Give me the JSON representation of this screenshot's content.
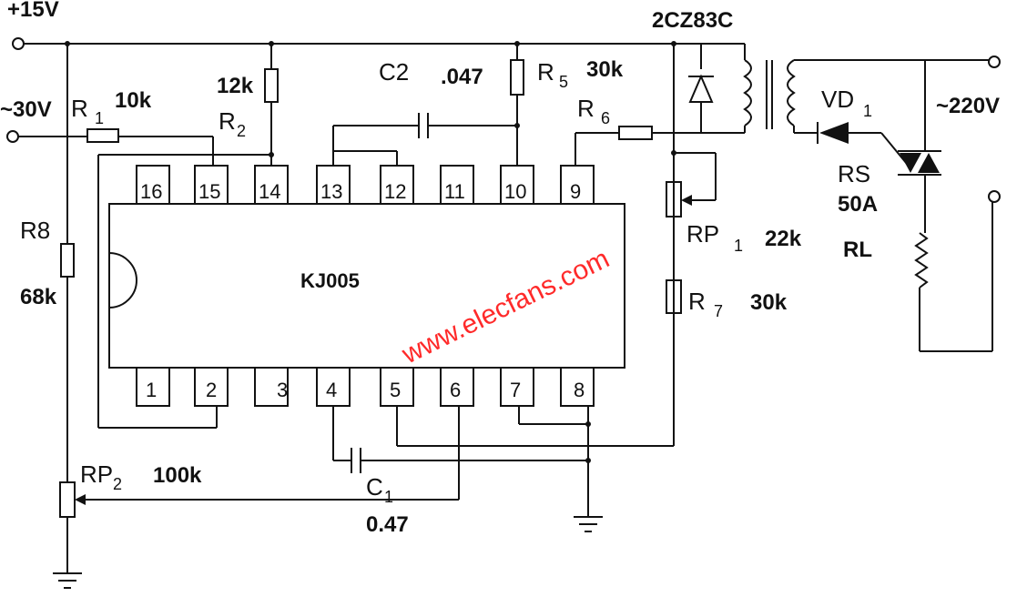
{
  "supply": {
    "plus15": "+15V",
    "ac30": "~30V",
    "ac220": "~220V"
  },
  "chip": {
    "name": "KJ005",
    "top_pins": [
      "16",
      "15",
      "14",
      "13",
      "12",
      "11",
      "10",
      "9"
    ],
    "bottom_pins": [
      "1",
      "2",
      "3",
      "4",
      "5",
      "6",
      "7",
      "8"
    ]
  },
  "labels": {
    "r1": "R",
    "r1_sub": "1",
    "r1_val": "10k",
    "r2": "R",
    "r2_sub": "2",
    "r2_val": "12k",
    "c2": "C2",
    "c2_val": ".047",
    "r5": "R",
    "r5_sub": "5",
    "r5_val": "30k",
    "r6": "R",
    "r6_sub": "6",
    "diode_top": "2CZ83C",
    "vd1": "VD",
    "vd1_sub": "1",
    "rs": "RS",
    "rs_val": "50A",
    "rl": "RL",
    "rp1": "RP",
    "rp1_sub": "1",
    "rp1_val": "22k",
    "r7": "R",
    "r7_sub": "7",
    "r7_val": "30k",
    "r8": "R8",
    "r8_val": "68k",
    "rp2": "RP",
    "rp2_sub": "2",
    "rp2_val": "100k",
    "c1": "C",
    "c1_sub": "1",
    "c1_val": "0.47"
  },
  "watermark": "www.elecfans.com"
}
